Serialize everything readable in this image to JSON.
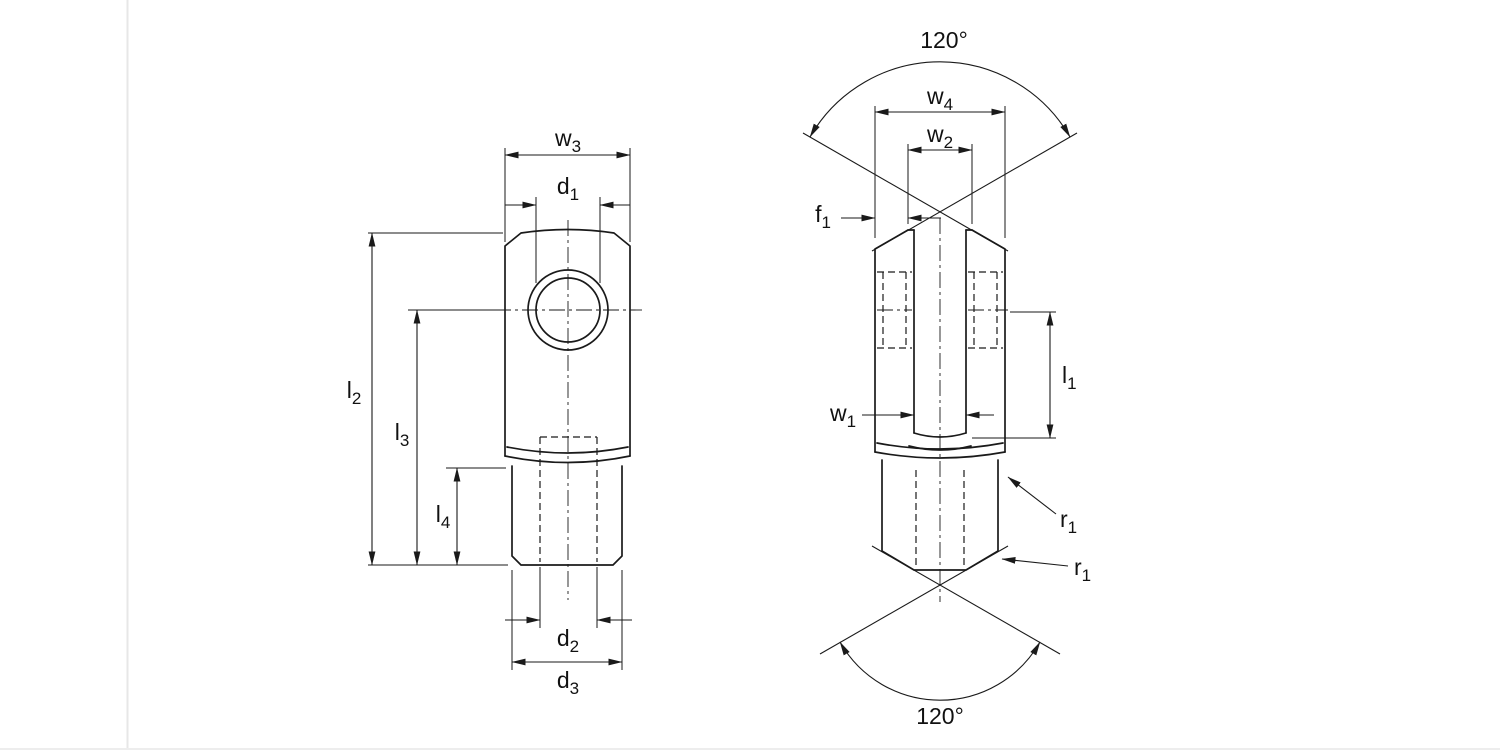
{
  "drawing": {
    "name": "clevis-fork-engineering-drawing",
    "colors": {
      "line": "#1a1a1a",
      "background": "#ffffff"
    },
    "views": {
      "left": {
        "name": "side-view"
      },
      "right": {
        "name": "front-view"
      }
    },
    "labels": {
      "w3": {
        "base": "w",
        "sub": "3"
      },
      "d1": {
        "base": "d",
        "sub": "1"
      },
      "l2": {
        "base": "l",
        "sub": "2"
      },
      "l3": {
        "base": "l",
        "sub": "3"
      },
      "l4": {
        "base": "l",
        "sub": "4"
      },
      "d2": {
        "base": "d",
        "sub": "2"
      },
      "d3": {
        "base": "d",
        "sub": "3"
      },
      "angle_top": {
        "base": "120°",
        "sub": ""
      },
      "w4": {
        "base": "w",
        "sub": "4"
      },
      "w2": {
        "base": "w",
        "sub": "2"
      },
      "f1": {
        "base": "f",
        "sub": "1"
      },
      "w1": {
        "base": "w",
        "sub": "1"
      },
      "l1": {
        "base": "l",
        "sub": "1"
      },
      "r1_upper": {
        "base": "r",
        "sub": "1"
      },
      "r1_lower": {
        "base": "r",
        "sub": "1"
      },
      "angle_bottom": {
        "base": "120°",
        "sub": ""
      }
    }
  }
}
